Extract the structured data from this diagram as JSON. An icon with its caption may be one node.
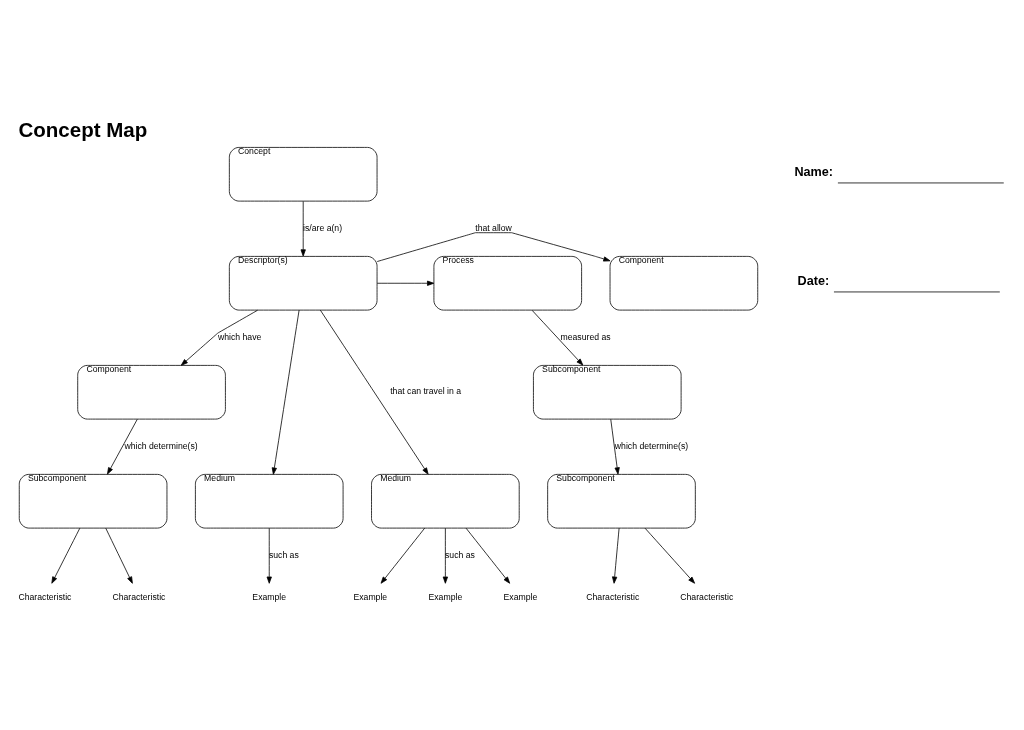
{
  "diagram": {
    "title": "Concept Map",
    "nodes": [
      {
        "text": [
          "Concept"
        ]
      },
      {
        "text": [
          "Component"
        ]
      },
      {
        "text": [
          "Descriptor(s)"
        ]
      },
      {
        "text": [
          "Process"
        ]
      },
      {
        "text": [
          "Component"
        ]
      },
      {
        "text": [
          "Subcomponent"
        ]
      },
      {
        "text": [
          "Medium"
        ]
      },
      {
        "text": [
          "Medium"
        ]
      },
      {
        "text": [
          "Subcomponent"
        ]
      },
      {
        "text": [
          "Subcomponent"
        ]
      },
      {
        "text": [
          "Example"
        ]
      },
      {
        "text": [
          "Example"
        ]
      },
      {
        "text": [
          "Example"
        ]
      },
      {
        "text": [
          "Example"
        ]
      },
      {
        "text": [
          "Characteristic"
        ]
      },
      {
        "text": [
          "Characteristic"
        ]
      },
      {
        "text": [
          "Characteristic"
        ]
      },
      {
        "text": [
          "Characteristic"
        ]
      }
    ],
    "edges": [
      {
        "from": 0,
        "to": 2,
        "arrow": "to",
        "label": "is/are a(n)"
      },
      {
        "from": 2,
        "to": 1,
        "arrow": "to",
        "label": "that allow"
      },
      {
        "from": 2,
        "to": 3,
        "arrow": "to"
      },
      {
        "from": 2,
        "to": 4,
        "arrow": "to",
        "label": "which have"
      },
      {
        "from": 3,
        "to": 5,
        "arrow": "to",
        "label": "measured as"
      },
      {
        "from": 2,
        "to": 6,
        "arrow": "to"
      },
      {
        "from": 2,
        "to": 7,
        "arrow": "to",
        "label": "that can travel in a"
      },
      {
        "from": 4,
        "to": 8,
        "arrow": "to",
        "label": "which determine(s)"
      },
      {
        "from": 5,
        "to": 9,
        "arrow": "to",
        "label": "which determine(s)"
      },
      {
        "from": 6,
        "to": 10,
        "arrow": "to",
        "label": "such as"
      },
      {
        "from": 7,
        "to": 11,
        "arrow": "to"
      },
      {
        "from": 7,
        "to": 12,
        "arrow": "to",
        "label": "such as"
      },
      {
        "from": 7,
        "to": 13,
        "arrow": "to"
      },
      {
        "from": 8,
        "to": 14,
        "arrow": "to"
      },
      {
        "from": 8,
        "to": 15,
        "arrow": "to"
      },
      {
        "from": 9,
        "to": 16,
        "arrow": "to"
      },
      {
        "from": 9,
        "to": 17,
        "arrow": "to"
      }
    ],
    "labels": [
      "Name:",
      "Date:"
    ]
  }
}
